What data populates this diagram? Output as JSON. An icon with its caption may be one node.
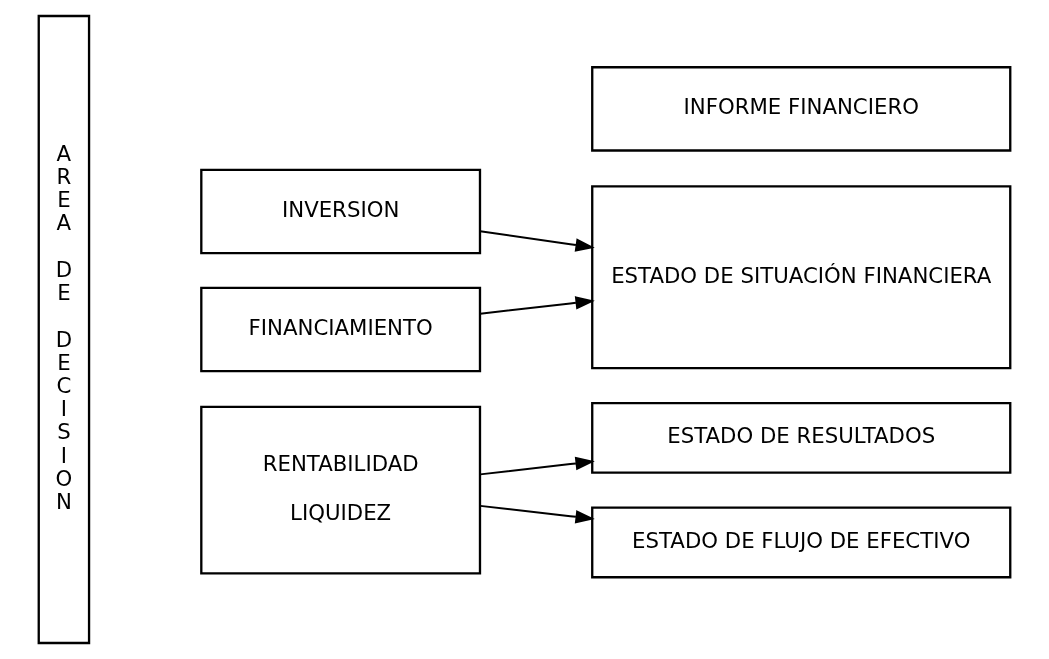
{
  "diagram": {
    "nodes": [
      {
        "text": [
          "AREA DE DECISION"
        ]
      },
      {
        "text": [
          "INFORME FINANCIERO"
        ]
      },
      {
        "text": [
          "INVERSION"
        ]
      },
      {
        "text": [
          "ESTADO DE SITUACIÓN FINANCIERA"
        ]
      },
      {
        "text": [
          "FINANCIAMIENTO"
        ]
      },
      {
        "text": [
          "RENTABILIDAD",
          "LIQUIDEZ"
        ]
      },
      {
        "text": [
          "ESTADO DE RESULTADOS"
        ]
      },
      {
        "text": [
          "ESTADO DE FLUJO DE EFECTIVO"
        ]
      }
    ],
    "edges": [
      {
        "from": 2,
        "to": 3,
        "arrow": "to"
      },
      {
        "from": 4,
        "to": 3,
        "arrow": "to"
      },
      {
        "from": 5,
        "to": 6,
        "arrow": "to"
      },
      {
        "from": 5,
        "to": 7,
        "arrow": "to"
      }
    ]
  }
}
